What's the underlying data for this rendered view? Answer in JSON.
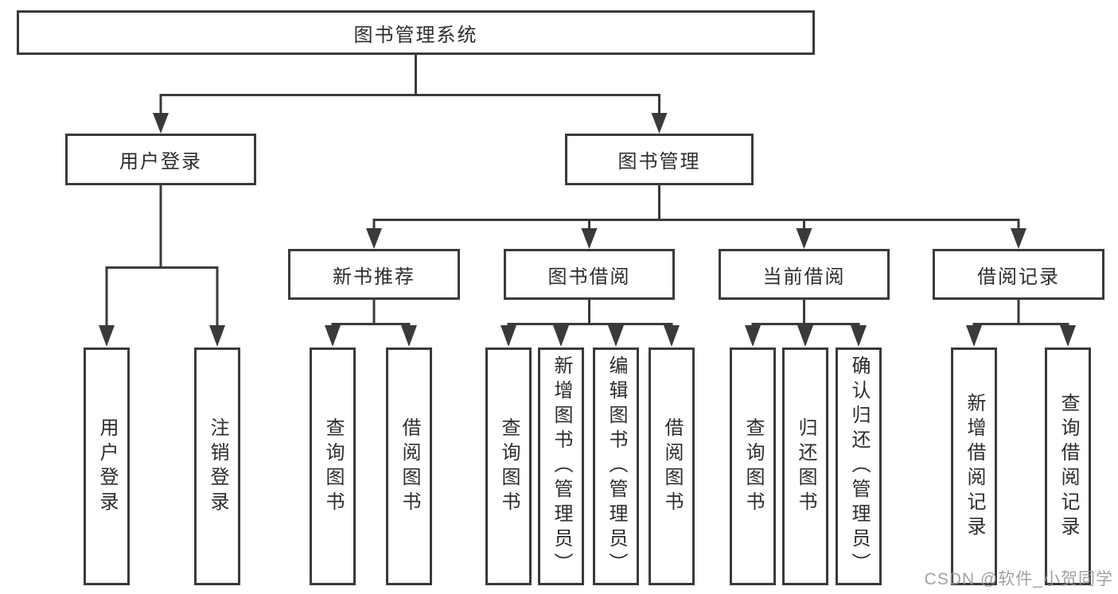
{
  "title": "图书管理系统",
  "colors": {
    "line": "#3a3a3a",
    "text": "#2d2d2d",
    "box_fill": "#ffffff",
    "background": "#ffffff",
    "watermark": "#949494"
  },
  "watermark": {
    "text": "CSDN @软件_小贺同学"
  },
  "nodes": {
    "root": "图书管理系统",
    "user_login": "用户登录",
    "book_mgmt": "图书管理",
    "new_book_rec": "新书推荐",
    "book_borrow": "图书借阅",
    "current_borrow": "当前借阅",
    "borrow_records": "借阅记录",
    "login": "用户登录",
    "logout": "注销登录",
    "rec_query": "查询图书",
    "rec_borrow": "借阅图书",
    "bb_query": "查询图书",
    "bb_add": "新增图书（管理员）",
    "bb_edit": "编辑图书（管理员）",
    "bb_borrow": "借阅图书",
    "cb_query": "查询图书",
    "cb_return": "归还图书",
    "cb_confirm": "确认归还（管理员）",
    "br_add": "新增借阅记录",
    "br_query": "查询借阅记录"
  },
  "hierarchy": {
    "label": "图书管理系统",
    "children": [
      {
        "label": "用户登录",
        "children": [
          {
            "label": "用户登录"
          },
          {
            "label": "注销登录"
          }
        ]
      },
      {
        "label": "图书管理",
        "children": [
          {
            "label": "新书推荐",
            "children": [
              {
                "label": "查询图书"
              },
              {
                "label": "借阅图书"
              }
            ]
          },
          {
            "label": "图书借阅",
            "children": [
              {
                "label": "查询图书"
              },
              {
                "label": "新增图书（管理员）"
              },
              {
                "label": "编辑图书（管理员）"
              },
              {
                "label": "借阅图书"
              }
            ]
          },
          {
            "label": "当前借阅",
            "children": [
              {
                "label": "查询图书"
              },
              {
                "label": "归还图书"
              },
              {
                "label": "确认归还（管理员）"
              }
            ]
          },
          {
            "label": "借阅记录",
            "children": [
              {
                "label": "新增借阅记录"
              },
              {
                "label": "查询借阅记录"
              }
            ]
          }
        ]
      }
    ]
  }
}
